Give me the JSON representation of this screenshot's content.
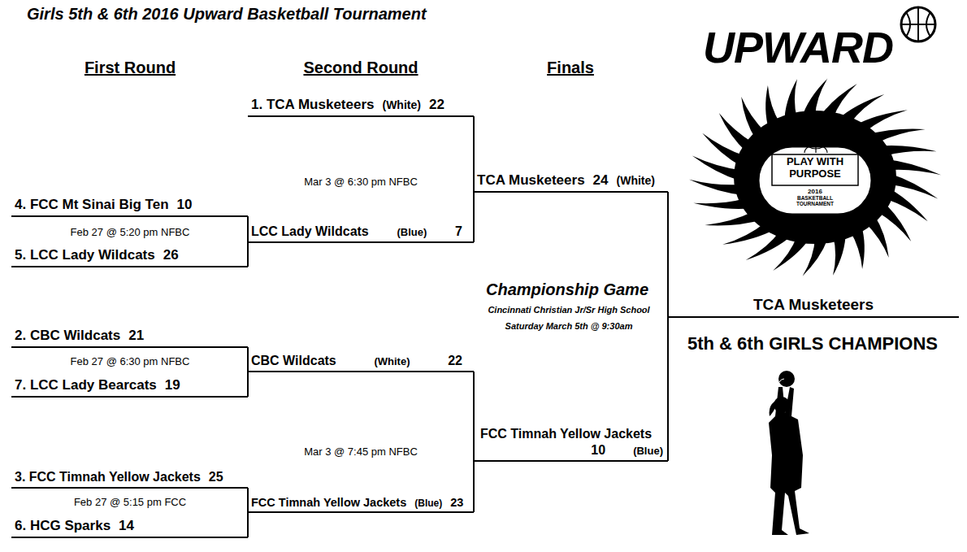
{
  "diagram": {
    "title": "Girls 5th & 6th 2016 Upward Basketball Tournament",
    "nodes": [
      {
        "text": [
          "1. TCA Musketeers",
          "(White)",
          "22"
        ]
      },
      {
        "text": [
          "4. FCC Mt Sinai Big Ten",
          "10"
        ]
      },
      {
        "text": [
          "5. LCC Lady Wildcats",
          "26"
        ]
      },
      {
        "text": [
          "LCC Lady Wildcats",
          "(Blue)",
          "7"
        ]
      },
      {
        "text": [
          "TCA Musketeers",
          "24",
          "(White)"
        ]
      },
      {
        "text": [
          "2. CBC Wildcats",
          "21"
        ]
      },
      {
        "text": [
          "7. LCC Lady Bearcats",
          "19"
        ]
      },
      {
        "text": [
          "CBC Wildcats",
          "(White)",
          "22"
        ]
      },
      {
        "text": [
          "3. FCC Timnah Yellow Jackets",
          "25"
        ]
      },
      {
        "text": [
          "6. HCG Sparks",
          "14"
        ]
      },
      {
        "text": [
          "FCC Timnah Yellow Jackets",
          "(Blue)",
          "23"
        ]
      },
      {
        "text": [
          "FCC Timnah Yellow Jackets",
          "10",
          "(Blue)"
        ]
      },
      {
        "text": [
          "TCA Musketeers"
        ]
      }
    ],
    "edges": [
      {
        "from": 1,
        "to": 3,
        "arrow": "none"
      },
      {
        "from": 2,
        "to": 3,
        "arrow": "none"
      },
      {
        "from": 5,
        "to": 7,
        "arrow": "none"
      },
      {
        "from": 6,
        "to": 7,
        "arrow": "none"
      },
      {
        "from": 8,
        "to": 10,
        "arrow": "none"
      },
      {
        "from": 9,
        "to": 10,
        "arrow": "none"
      },
      {
        "from": 0,
        "to": 4,
        "arrow": "none"
      },
      {
        "from": 3,
        "to": 4,
        "arrow": "none"
      },
      {
        "from": 7,
        "to": 11,
        "arrow": "none"
      },
      {
        "from": 10,
        "to": 11,
        "arrow": "none"
      },
      {
        "from": 4,
        "to": 12,
        "arrow": "none"
      },
      {
        "from": 11,
        "to": 12,
        "arrow": "none"
      }
    ],
    "labels": [
      "First Round",
      "Second Round",
      "Finals",
      "Feb 27 @ 5:20 pm NFBC",
      "Mar 3 @ 6:30 pm NFBC",
      "Feb 27 @ 6:30 pm NFBC",
      "Mar 3 @ 7:45 pm NFBC",
      "Feb 27 @ 5:15 pm FCC",
      "Championship Game",
      "Cincinnati Christian Jr/Sr High School",
      "Saturday March 5th @ 9:30am",
      "UPWARD",
      "PLAY WITH PURPOSE",
      "2016",
      "BASKETBALL TOURNAMENT",
      "5th & 6th GIRLS CHAMPIONS"
    ]
  }
}
